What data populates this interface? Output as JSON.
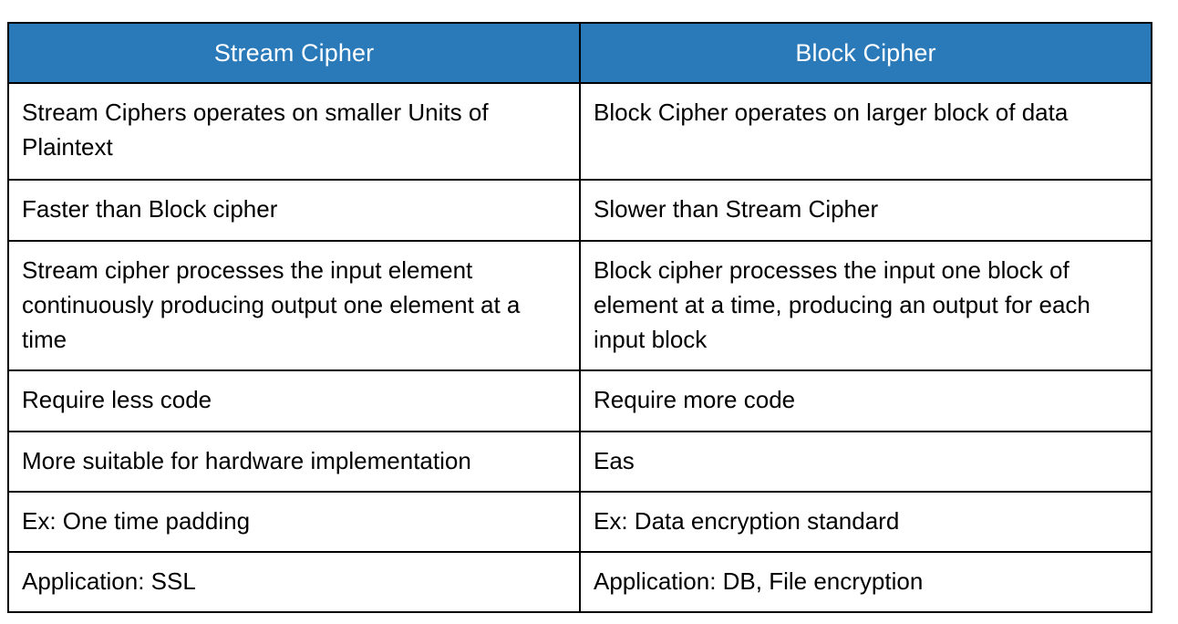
{
  "document": {
    "type": "comparison-table",
    "background_color": "#ffffff"
  },
  "table": {
    "header_background": "#2a7ab9",
    "header_text_color": "#ffffff",
    "border_color": "#000000",
    "body_background": "#ffffff",
    "body_text_color": "#000000",
    "columns": [
      {
        "key": "stream",
        "label": "Stream Cipher"
      },
      {
        "key": "block",
        "label": "Block Cipher"
      }
    ],
    "rows": [
      {
        "stream": "Stream Ciphers operates on smaller Units of Plaintext",
        "block": "Block Cipher operates on larger block of data"
      },
      {
        "stream": "Faster than Block cipher",
        "block": "Slower than Stream Cipher"
      },
      {
        "stream": "Stream cipher processes the input element continuously producing output one element at a time",
        "block": "Block cipher processes the input one block of element at a time, producing an output for each input block"
      },
      {
        "stream": "Require less code",
        "block": "Require more code"
      },
      {
        "stream": "More suitable for hardware implementation",
        "block": "Eas"
      },
      {
        "stream": "Ex: One time padding",
        "block": "Ex: Data encryption standard"
      },
      {
        "stream": "Application: SSL",
        "block": "Application: DB, File encryption"
      }
    ]
  }
}
